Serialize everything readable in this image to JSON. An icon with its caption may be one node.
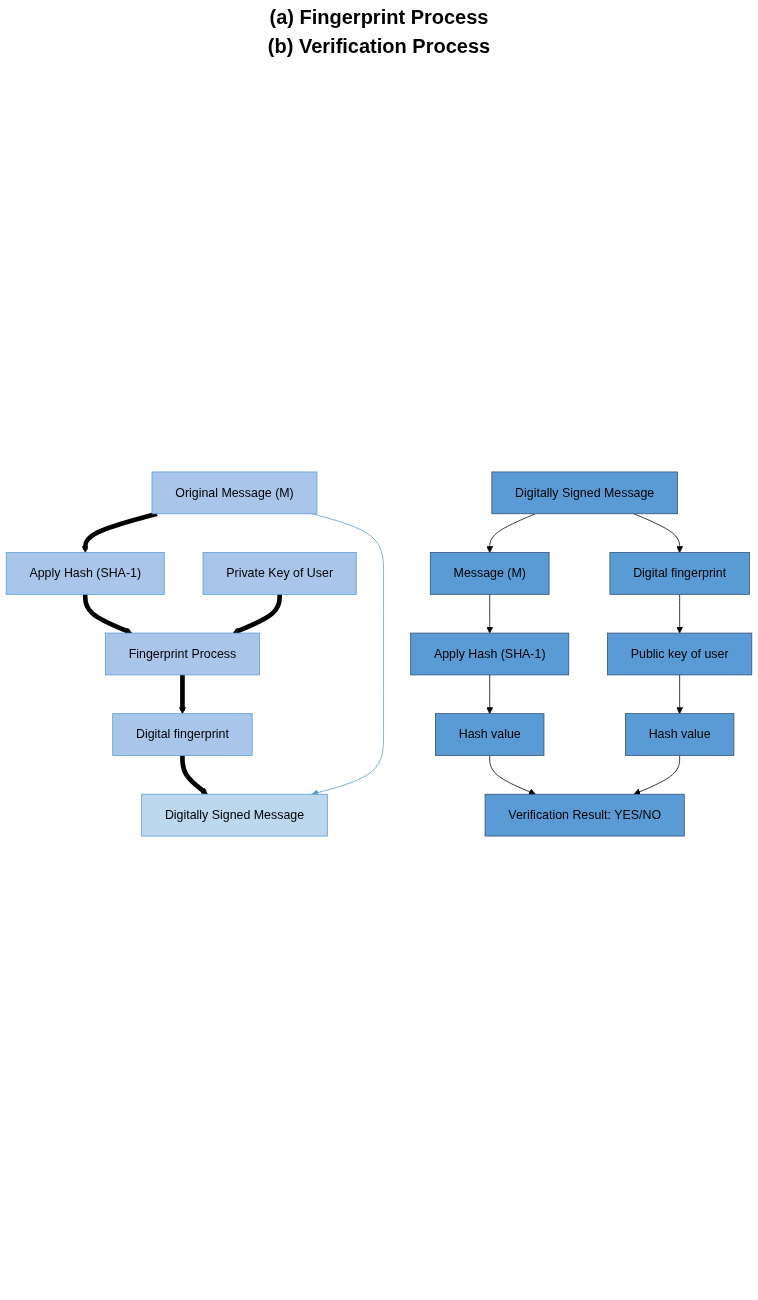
{
  "diagram": {
    "nodes": [
      {
        "text": [
          "Original Message (M)"
        ]
      },
      {
        "text": [
          "Apply Hash (SHA-1)"
        ]
      },
      {
        "text": [
          "Private Key of User"
        ]
      },
      {
        "text": [
          "Fingerprint Process"
        ]
      },
      {
        "text": [
          "Digital fingerprint"
        ]
      },
      {
        "text": [
          "Digitally Signed Message"
        ]
      },
      {
        "text": [
          "Digitally Signed Message"
        ]
      },
      {
        "text": [
          "Message (M)"
        ]
      },
      {
        "text": [
          "Digital fingerprint"
        ]
      },
      {
        "text": [
          "Apply Hash (SHA-1)"
        ]
      },
      {
        "text": [
          "Public key of user"
        ]
      },
      {
        "text": [
          "Hash value"
        ]
      },
      {
        "text": [
          "Hash value"
        ]
      },
      {
        "text": [
          "Verification Result: YES/NO"
        ]
      }
    ],
    "edges": [
      {
        "from": 0,
        "to": 1,
        "arrow": "to",
        "style": "thick"
      },
      {
        "from": 1,
        "to": 3,
        "arrow": "to",
        "style": "thick"
      },
      {
        "from": 2,
        "to": 3,
        "arrow": "to",
        "style": "thick"
      },
      {
        "from": 3,
        "to": 4,
        "arrow": "to",
        "style": "thick"
      },
      {
        "from": 4,
        "to": 5,
        "arrow": "to",
        "style": "thick"
      },
      {
        "from": 0,
        "to": 5,
        "arrow": "to",
        "color": "#5b9bd5"
      },
      {
        "from": 6,
        "to": 7,
        "arrow": "to"
      },
      {
        "from": 6,
        "to": 8,
        "arrow": "to"
      },
      {
        "from": 7,
        "to": 9,
        "arrow": "to"
      },
      {
        "from": 8,
        "to": 10,
        "arrow": "to"
      },
      {
        "from": 9,
        "to": 11,
        "arrow": "to"
      },
      {
        "from": 10,
        "to": 12,
        "arrow": "to"
      },
      {
        "from": 11,
        "to": 13,
        "arrow": "to"
      },
      {
        "from": 12,
        "to": 13,
        "arrow": "to"
      }
    ],
    "labels": [
      "(a) Fingerprint Process",
      "(b) Verification Process"
    ]
  }
}
